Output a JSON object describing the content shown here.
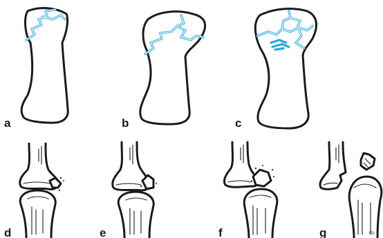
{
  "panels": [
    {
      "id": "a",
      "label": "a"
    },
    {
      "id": "b",
      "label": "b"
    },
    {
      "id": "c",
      "label": "c"
    },
    {
      "id": "d",
      "label": "d"
    },
    {
      "id": "e",
      "label": "e"
    },
    {
      "id": "f",
      "label": "f"
    },
    {
      "id": "g",
      "label": "g"
    }
  ],
  "signature": "Gi",
  "colors": {
    "fracture_line": "#29a9de",
    "ink": "#1a1a1a",
    "background": "#ffffff"
  }
}
